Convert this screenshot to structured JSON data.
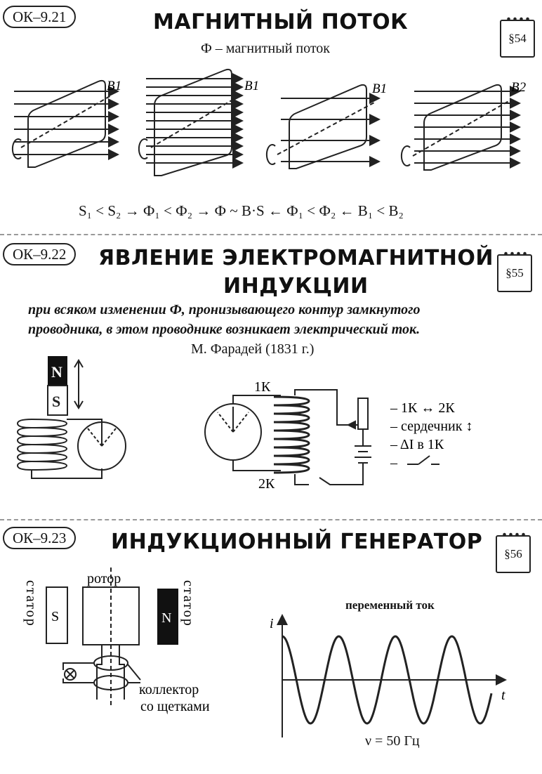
{
  "section1": {
    "badge": "ОК–9.21",
    "title": "МАГНИТНЫЙ ПОТОК",
    "paragraph": "§54",
    "subtitle": "Ф – магнитный поток",
    "labels": [
      "B1",
      "B1",
      "B1",
      "B2"
    ],
    "formula": "S₁ < S₂ → Ф₁ < Ф₂ → Ф ~ B·S ← Ф₁ < Ф₂ ← B₁ < B₂"
  },
  "section2": {
    "badge": "ОК–9.22",
    "title_line1": "ЯВЛЕНИЕ ЭЛЕКТРОМАГНИТНОЙ",
    "title_line2": "ИНДУКЦИИ",
    "paragraph": "§55",
    "definition_line1": "при всяком изменении Ф, пронизывающего контур замкнутого",
    "definition_line2": "проводника, в этом проводнике возникает электрический ток.",
    "author": "М. Фарадей (1831 г.)",
    "magnet_n": "N",
    "magnet_s": "S",
    "coil1": "1К",
    "coil2": "2К",
    "conditions": [
      "– 1К ↔ 2К",
      "– сердечник ↕",
      "– ΔI в 1К",
      "–"
    ]
  },
  "section3": {
    "badge": "ОК–9.23",
    "title": "ИНДУКЦИОННЫЙ ГЕНЕРАТОР",
    "paragraph": "§56",
    "stator_left": "статор",
    "stator_right": "статор",
    "rotor": "ротор",
    "pole_s": "S",
    "pole_n": "N",
    "collector_line1": "коллектор",
    "collector_line2": "со щетками",
    "graph_title": "переменный ток",
    "axis_y": "i",
    "axis_x": "t",
    "frequency": "ν = 50 Гц"
  }
}
